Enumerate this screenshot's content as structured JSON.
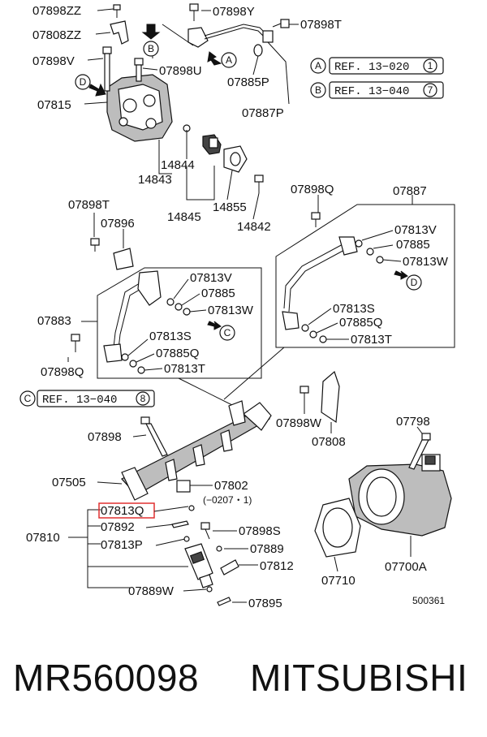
{
  "labels": {
    "p07898ZZ": "07898ZZ",
    "p07898Y": "07898Y",
    "p07898T_top": "07898T",
    "p07808ZZ": "07808ZZ",
    "p07898V": "07898V",
    "p07898U": "07898U",
    "p07815": "07815",
    "p07885P": "07885P",
    "p07887P": "07887P",
    "p14844": "14844",
    "p14843": "14843",
    "p14845": "14845",
    "p14855": "14855",
    "p14842": "14842",
    "p07898Q_top": "07898Q",
    "p07887": "07887",
    "p07898T": "07898T",
    "p07896": "07896",
    "p07813V_r": "07813V",
    "p07885_r": "07885",
    "p07813W_r": "07813W",
    "p07813V_l": "07813V",
    "p07885_l": "07885",
    "p07813W_l": "07813W",
    "p07883": "07883",
    "p07813S_l": "07813S",
    "p07885Q_l": "07885Q",
    "p07813T_l": "07813T",
    "p07898Q": "07898Q",
    "p07813S_r": "07813S",
    "p07885Q_r": "07885Q",
    "p07813T_r": "07813T",
    "p07898W": "07898W",
    "p07808": "07808",
    "p07798": "07798",
    "p07898": "07898",
    "p07505": "07505",
    "p07802": "07802",
    "p07802_note": "(−0207・1)",
    "p07813Q": "07813Q",
    "p07892": "07892",
    "p07810": "07810",
    "p07813P": "07813P",
    "p07898S": "07898S",
    "p07889": "07889",
    "p07812": "07812",
    "p07889W": "07889W",
    "p07895": "07895",
    "p07710": "07710",
    "p07700A": "07700A",
    "diagram_no": "500361"
  },
  "refs": {
    "a_letter": "A",
    "a_text": "REF. 13−020",
    "a_num": "1",
    "b_letter": "B",
    "b_text": "REF. 13−040",
    "b_num": "7",
    "c_letter": "C",
    "c_text": "REF. 13−040",
    "c_num": "8"
  },
  "callouts": {
    "a": "A",
    "b": "B",
    "c": "C",
    "d": "D"
  },
  "footer": {
    "part_number": "MR560098",
    "brand": "MITSUBISHI"
  },
  "colors": {
    "highlight": "#e03030"
  }
}
